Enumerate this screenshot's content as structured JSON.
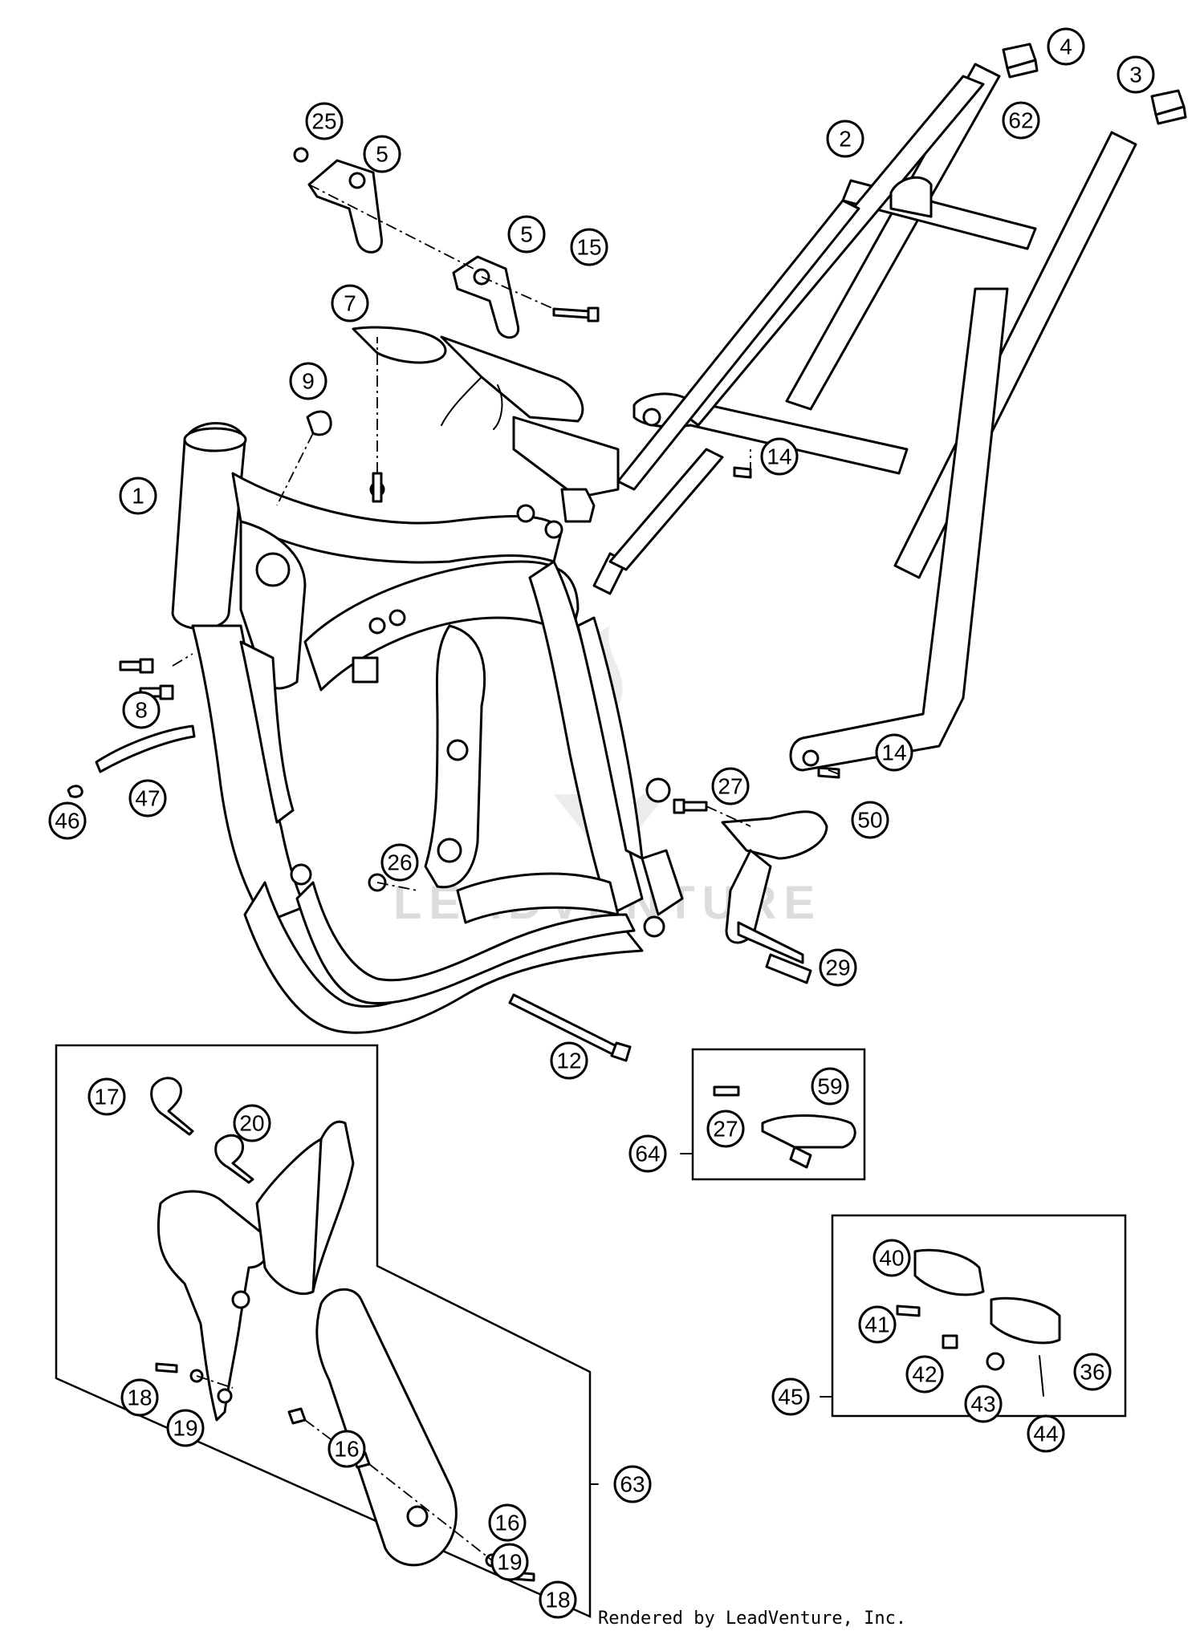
{
  "diagram": {
    "callouts": [
      "1",
      "2",
      "3",
      "4",
      "5",
      "5",
      "7",
      "8",
      "9",
      "12",
      "14",
      "14",
      "15",
      "16",
      "16",
      "17",
      "18",
      "18",
      "19",
      "19",
      "20",
      "25",
      "26",
      "27",
      "27",
      "29",
      "36",
      "40",
      "41",
      "42",
      "43",
      "44",
      "45",
      "46",
      "47",
      "50",
      "59",
      "62",
      "63",
      "64"
    ]
  },
  "watermark": "LEADVENTURE",
  "footer": {
    "credit": "Rendered by LeadVenture, Inc."
  }
}
